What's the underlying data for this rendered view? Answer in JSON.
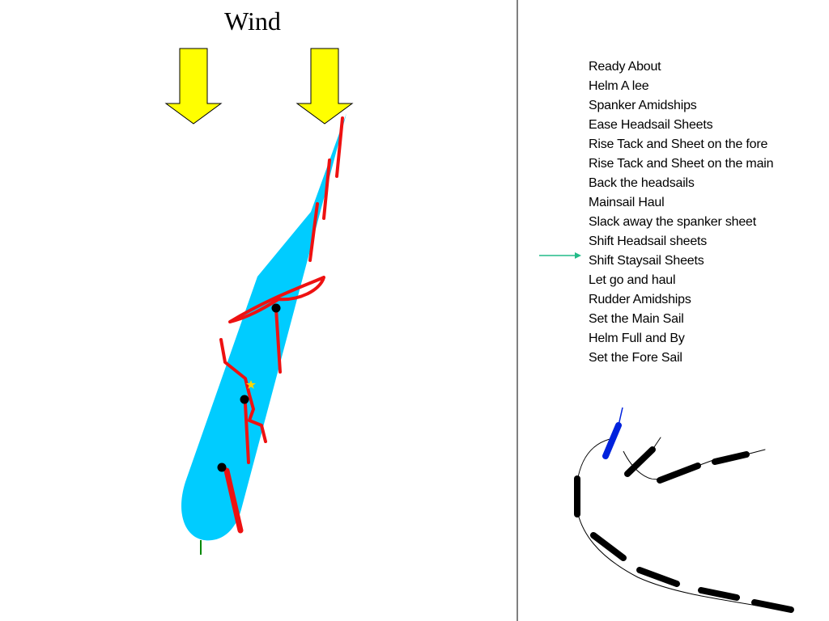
{
  "title": "Wind",
  "orders": [
    "Ready About",
    "Helm A lee",
    "Spanker Amidships",
    "Ease Headsail Sheets",
    "Rise Tack and Sheet on the fore",
    "Rise Tack and Sheet on the main",
    "Back the headsails",
    "Mainsail Haul",
    "Slack away the spanker sheet",
    "Shift Headsail sheets",
    "Shift Staysail Sheets",
    "Let go and haul",
    "Rudder Amidships",
    "Set the Main Sail",
    "Helm Full and By",
    "Set the Fore Sail"
  ],
  "current_order": "Shift Staysail Sheets",
  "colors": {
    "hull": "#00ccff",
    "sail": "#ee1111",
    "wind_arrow": "#ffff00",
    "pointer": "#22bb88",
    "rudder": "#008800",
    "current_ship": "#0022dd",
    "track_ships": "#000000"
  }
}
